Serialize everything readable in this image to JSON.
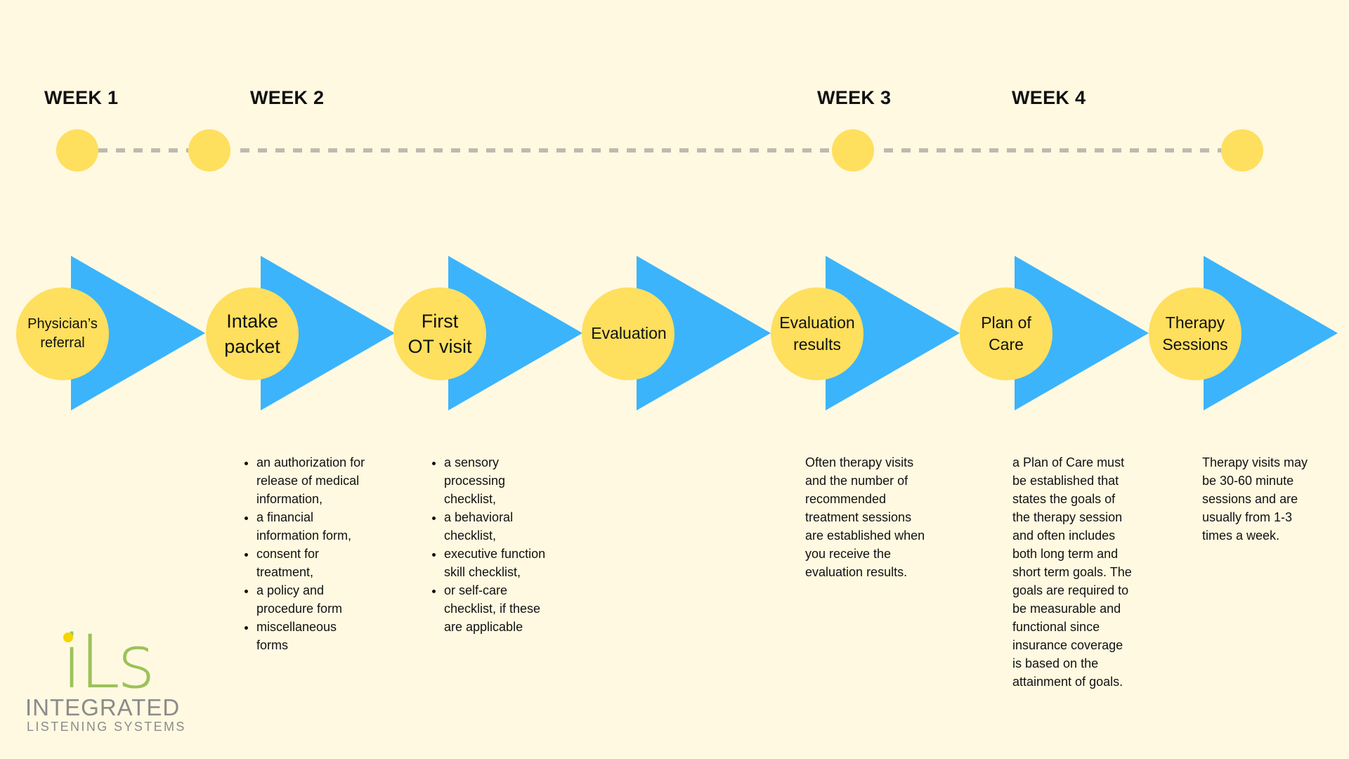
{
  "colors": {
    "background": "#fff9e1",
    "circle": "#fedf5e",
    "arrow": "#3bb4fc",
    "dash": "#bdbab0",
    "logo_green": "#9bc25a",
    "logo_gray": "#8b8b8b"
  },
  "weeks": [
    {
      "label": "WEEK 1"
    },
    {
      "label": "WEEK 2"
    },
    {
      "label": "WEEK 3"
    },
    {
      "label": "WEEK 4"
    }
  ],
  "steps": [
    {
      "line1": "Physician’s",
      "line2": "referral"
    },
    {
      "line1": "Intake",
      "line2": "packet"
    },
    {
      "line1": "First",
      "line2": "OT visit"
    },
    {
      "line1": "Evaluation",
      "line2": ""
    },
    {
      "line1": "Evaluation",
      "line2": "results"
    },
    {
      "line1": "Plan of",
      "line2": "Care"
    },
    {
      "line1": "Therapy",
      "line2": "Sessions"
    }
  ],
  "descriptions": {
    "intake": [
      "an authorization for release of medical information,",
      "a financial information form,",
      "consent for treatment,",
      "a policy and procedure form",
      "miscellaneous forms"
    ],
    "first_visit": [
      "a sensory processing checklist,",
      "a behavioral checklist,",
      "executive function skill checklist,",
      "or self-care checklist, if these are applicable"
    ],
    "evaluation_results": "Often therapy visits and the number of recommended treatment sessions are established when you receive the evaluation results.",
    "plan_of_care": "a Plan of Care must be established that states the goals of the therapy session and often includes both long term and short term goals. The goals are required to be measurable and functional since insurance coverage is based on the attainment of goals.",
    "therapy_sessions": "Therapy visits may be 30-60 minute sessions and are usually from 1-3 times a week."
  },
  "logo": {
    "mark": "iLs",
    "line1": "INTEGRATED",
    "line2": "LISTENING SYSTEMS"
  }
}
